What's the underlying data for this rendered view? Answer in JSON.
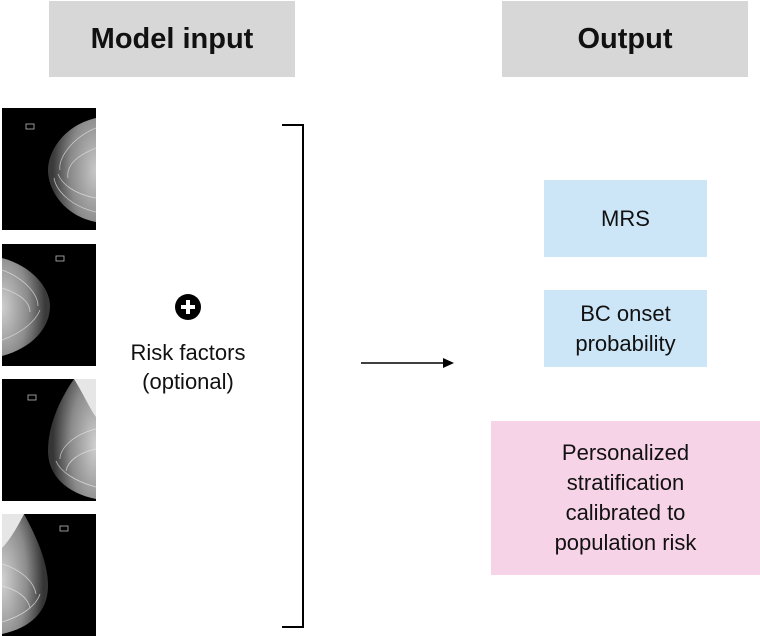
{
  "headers": {
    "input": "Model input",
    "output": "Output"
  },
  "input": {
    "images": [
      {
        "kind": "mammogram",
        "view": "right-facing breast"
      },
      {
        "kind": "mammogram",
        "view": "left-facing breast"
      },
      {
        "kind": "mammogram",
        "view": "right-facing breast with pectoral muscle"
      },
      {
        "kind": "mammogram",
        "view": "left-facing breast with pectoral muscle"
      }
    ],
    "plus_icon": "plus-circle-icon",
    "risk_factors_line1": "Risk factors",
    "risk_factors_line2": "(optional)"
  },
  "outputs": {
    "mrs": "MRS",
    "bc_line1": "BC onset",
    "bc_line2": "probability",
    "personal_line1": "Personalized",
    "personal_line2": "stratification",
    "personal_line3": "calibrated to",
    "personal_line4": "population risk"
  },
  "colors": {
    "header_bg": "#d7d7d7",
    "blue_box": "#cde6f7",
    "pink_box": "#f7d3e8"
  }
}
